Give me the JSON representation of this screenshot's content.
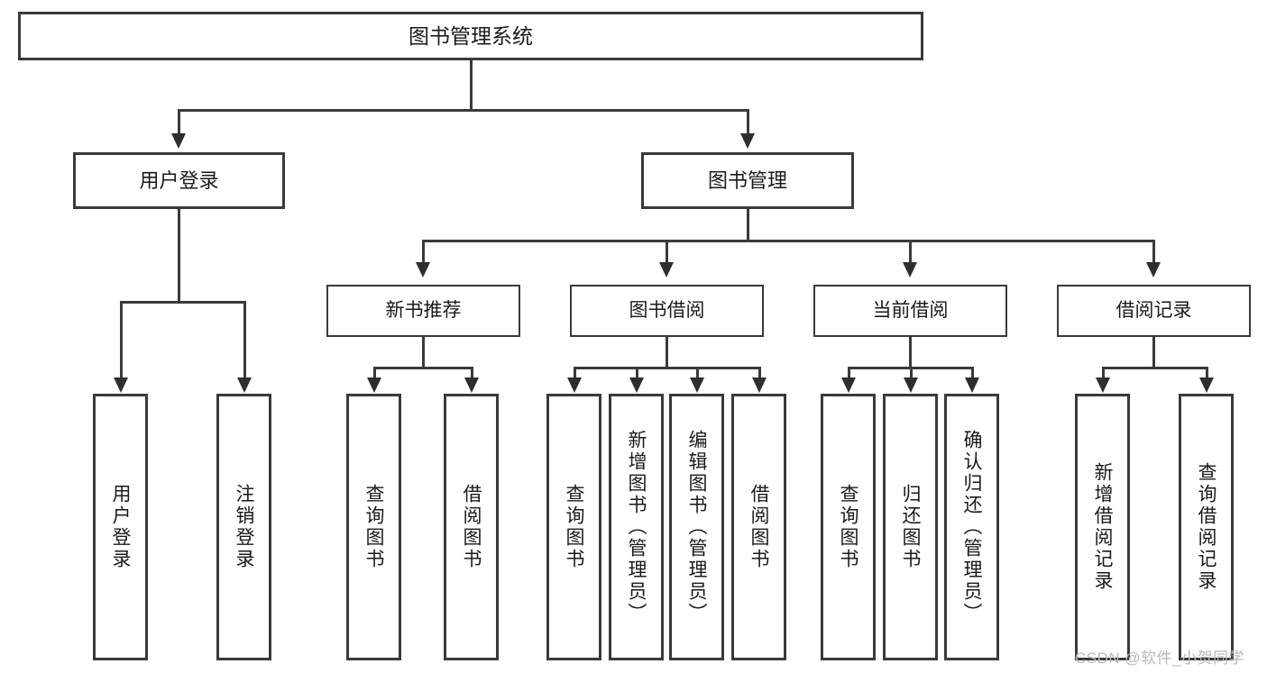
{
  "diagram": {
    "title": "图书管理系统",
    "root": {
      "label": "图书管理系统"
    },
    "level2": [
      {
        "label": "用户登录"
      },
      {
        "label": "图书管理"
      }
    ],
    "level3": [
      {
        "label": "新书推荐"
      },
      {
        "label": "图书借阅"
      },
      {
        "label": "当前借阅"
      },
      {
        "label": "借阅记录"
      }
    ],
    "leaves": {
      "user_login": [
        {
          "label": "用户登录"
        },
        {
          "label": "注销登录"
        }
      ],
      "new_book_recommend": [
        {
          "label": "查询图书"
        },
        {
          "label": "借阅图书"
        }
      ],
      "book_borrow": [
        {
          "label": "查询图书"
        },
        {
          "label": "新增图书（管理员）"
        },
        {
          "label": "编辑图书（管理员）"
        },
        {
          "label": "借阅图书"
        }
      ],
      "current_borrow": [
        {
          "label": "查询图书"
        },
        {
          "label": "归还图书"
        },
        {
          "label": "确认归还（管理员）"
        }
      ],
      "borrow_record": [
        {
          "label": "新增借阅记录"
        },
        {
          "label": "查询借阅记录"
        }
      ]
    }
  },
  "watermark": {
    "text": "CSDN @软件_小贺同学"
  },
  "colors": {
    "stroke": "#3a3a3a",
    "arrow": "#2e2e2e",
    "text": "#1a1a1a",
    "background": "#ffffff",
    "watermark": "#b9b9b9"
  }
}
